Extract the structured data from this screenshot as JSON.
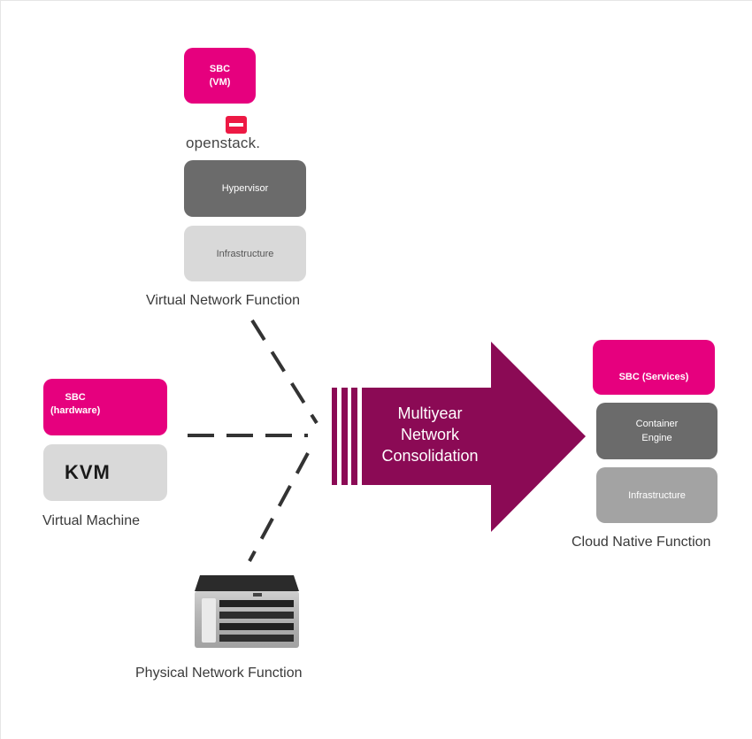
{
  "vnf": {
    "sbc_label_line1": "SBC",
    "sbc_label_line2": "(VM)",
    "openstack_logo_text": "openstack.",
    "hypervisor_label": "Hypervisor",
    "infrastructure_label": "Infrastructure",
    "caption": "Virtual Network Function"
  },
  "vm": {
    "sbc_label_line1": "SBC",
    "sbc_label_line2": "(hardware)",
    "kvm_logo_text": "KVM",
    "caption": "Virtual Machine"
  },
  "pnf": {
    "caption": "Physical Network Function"
  },
  "arrow": {
    "line1": "Multiyear",
    "line2": "Network",
    "line3": "Consolidation"
  },
  "cnf": {
    "sbc_label": "SBC (Services)",
    "container_line1": "Container",
    "container_line2": "Engine",
    "infrastructure_label": "Infrastructure",
    "caption": "Cloud Native Function"
  },
  "colors": {
    "magenta": "#e6007e",
    "arrow": "#8b0a55",
    "dark_gray": "#6b6b6b",
    "mid_gray": "#a3a3a3",
    "light_gray": "#d9d9d9"
  }
}
